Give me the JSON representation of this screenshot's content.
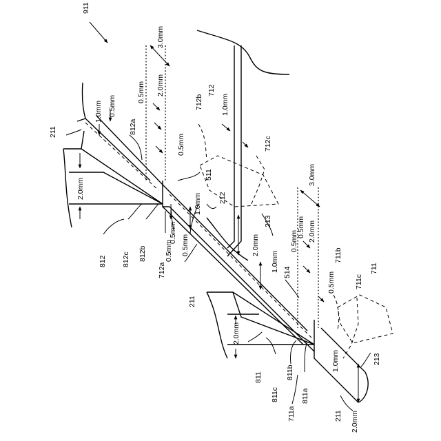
{
  "figure": {
    "ref": "911",
    "dims": {
      "d1": "3.0mm",
      "d2": "0.5mm",
      "d3": "2.0mm",
      "d4": "0.5mm",
      "d5": "1.0mm",
      "d6": "0.5mm",
      "d7": "1.0mm",
      "d8": "0.5mm",
      "d9": "2.0mm",
      "d10": "0.5mm",
      "d11": "0.5mm",
      "d12": "1.0mm",
      "d13": "3.0mm",
      "d14": "0.5mm",
      "d15": "2.0mm",
      "d16": "0.5mm",
      "d17": "2.0mm",
      "d18": "1.0mm",
      "d19": "0.5mm",
      "d20": "1.0mm",
      "d21": "2.0mm",
      "d22": "2.0mm"
    },
    "refs": {
      "r211a": "211",
      "r812a": "812a",
      "r712b": "712b",
      "r712": "712",
      "r712c": "712c",
      "r511": "511",
      "r212": "212",
      "r812": "812",
      "r812c": "812c",
      "r812b": "812b",
      "r712a": "712a",
      "r213a": "213",
      "r514": "514",
      "r711b": "711b",
      "r711c": "711c",
      "r711": "711",
      "r211b": "211",
      "r811": "811",
      "r811c": "811c",
      "r811b": "811b",
      "r811a": "811a",
      "r711a": "711a",
      "r211c": "211",
      "r213b": "213"
    }
  }
}
